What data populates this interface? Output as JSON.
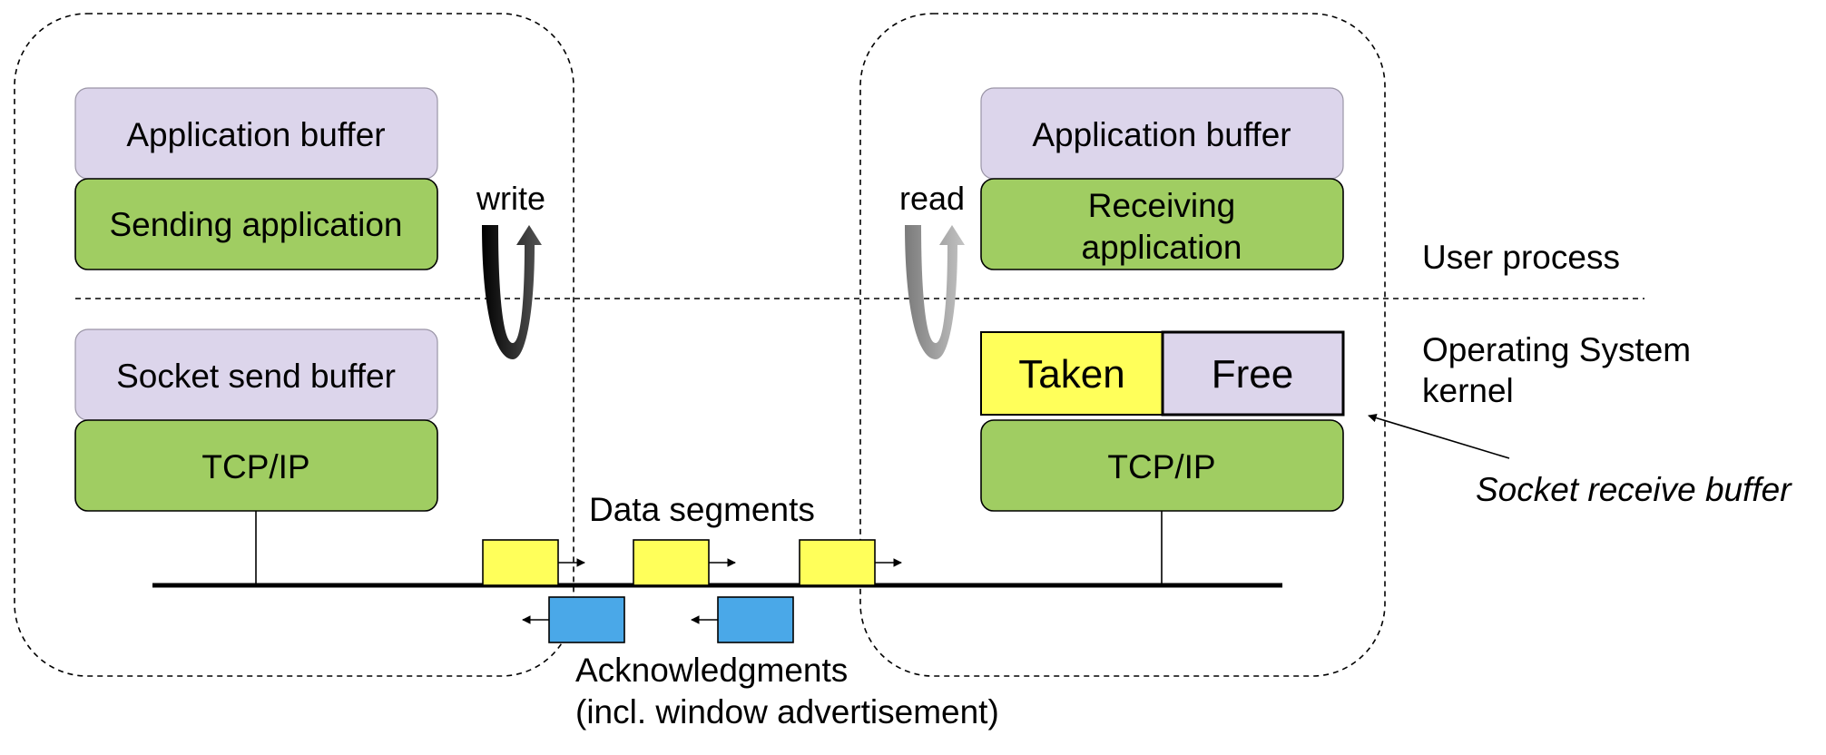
{
  "sender": {
    "app_buffer": "Application buffer",
    "application": "Sending application",
    "socket_buffer": "Socket send buffer",
    "stack": "TCP/IP",
    "call": "write"
  },
  "receiver": {
    "app_buffer": "Application buffer",
    "application_line1": "Receiving",
    "application_line2": "application",
    "buffer_taken": "Taken",
    "buffer_free": "Free",
    "stack": "TCP/IP",
    "call": "read"
  },
  "layers": {
    "user": "User process",
    "kernel_line1": "Operating System",
    "kernel_line2": "kernel"
  },
  "callout": "Socket receive buffer",
  "network": {
    "data_label": "Data segments",
    "ack_label_line1": "Acknowledgments",
    "ack_label_line2": "(incl. window advertisement)"
  },
  "colors": {
    "buffer": "#dcd5eb",
    "app": "#a0cd62",
    "taken": "#ffff5a",
    "data_segment": "#ffff5a",
    "ack_segment": "#4aa8e8"
  }
}
